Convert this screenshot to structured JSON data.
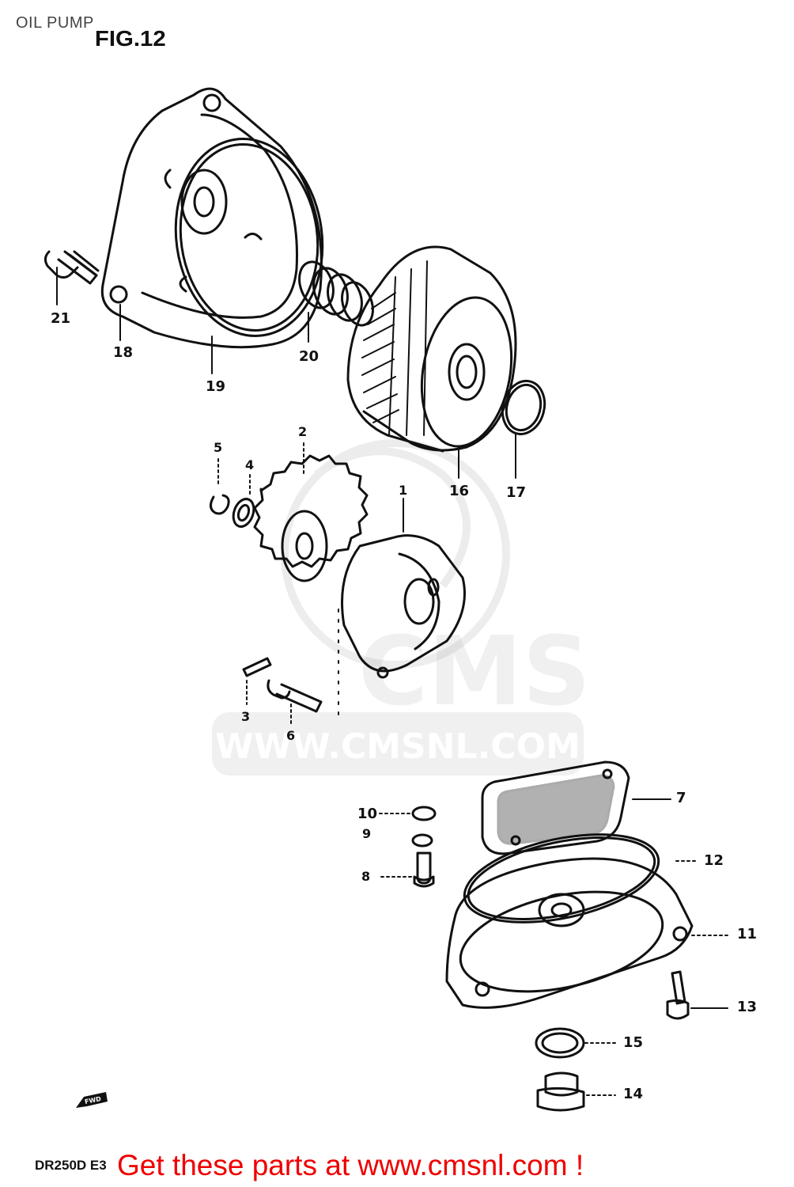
{
  "page": {
    "title": "OIL PUMP",
    "figure": "FIG.12",
    "model_code": "DR250D E3",
    "footer_banner": "Get these parts at www.cmsnl.com !"
  },
  "watermark": {
    "brand": "CMS",
    "url": "WWW.CMSNL.COM"
  },
  "parts": {
    "p1": "1",
    "p2": "2",
    "p3": "3",
    "p4": "4",
    "p5": "5",
    "p6": "6",
    "p7": "7",
    "p8": "8",
    "p9": "9",
    "p10": "10",
    "p11": "11",
    "p12": "12",
    "p13": "13",
    "p14": "14",
    "p15": "15",
    "p16": "16",
    "p17": "17",
    "p18": "18",
    "p19": "19",
    "p20": "20",
    "p21": "21"
  },
  "direction_label": "FWD"
}
